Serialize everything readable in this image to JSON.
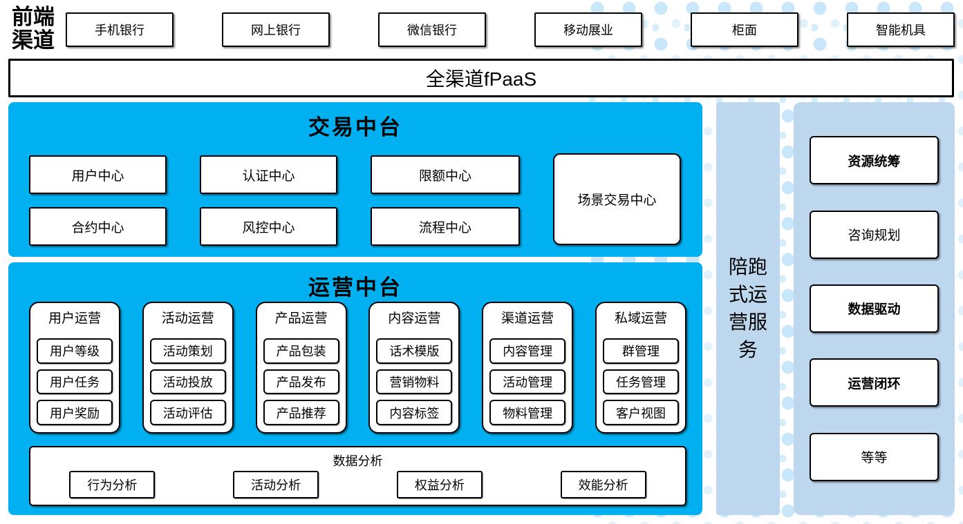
{
  "colors": {
    "panel_blue": "#00B0F0",
    "light_blue": "#BDD7EE",
    "dot_blue": "#C9E7F8"
  },
  "front_channels": {
    "label_line1": "前端",
    "label_line2": "渠道",
    "items": [
      "手机银行",
      "网上银行",
      "微信银行",
      "移动展业",
      "柜面",
      "智能机具"
    ]
  },
  "fpaas": {
    "label": "全渠道fPaaS"
  },
  "trade_platform": {
    "title": "交易中台",
    "row1": [
      "用户中心",
      "认证中心",
      "限额中心"
    ],
    "row2": [
      "合约中心",
      "风控中心",
      "流程中心"
    ],
    "tall_box": "场景交易中心"
  },
  "ops_platform": {
    "title": "运营中台",
    "groups": [
      {
        "title": "用户运营",
        "items": [
          "用户等级",
          "用户任务",
          "用户奖励"
        ]
      },
      {
        "title": "活动运营",
        "items": [
          "活动策划",
          "活动投放",
          "活动评估"
        ]
      },
      {
        "title": "产品运营",
        "items": [
          "产品包装",
          "产品发布",
          "产品推荐"
        ]
      },
      {
        "title": "内容运营",
        "items": [
          "话术模版",
          "营销物料",
          "内容标签"
        ]
      },
      {
        "title": "渠道运营",
        "items": [
          "内容管理",
          "活动管理",
          "物料管理"
        ]
      },
      {
        "title": "私域运营",
        "items": [
          "群管理",
          "任务管理",
          "客户视图"
        ]
      }
    ],
    "analysis": {
      "title": "数据分析",
      "items": [
        "行为分析",
        "活动分析",
        "权益分析",
        "效能分析"
      ]
    }
  },
  "side_bar": {
    "label": "陪跑式运营服务"
  },
  "right_panel": {
    "items": [
      {
        "label": "资源统筹",
        "bold": true
      },
      {
        "label": "咨询规划",
        "bold": false
      },
      {
        "label": "数据驱动",
        "bold": true
      },
      {
        "label": "运营闭环",
        "bold": true
      },
      {
        "label": "等等",
        "bold": false
      }
    ]
  }
}
